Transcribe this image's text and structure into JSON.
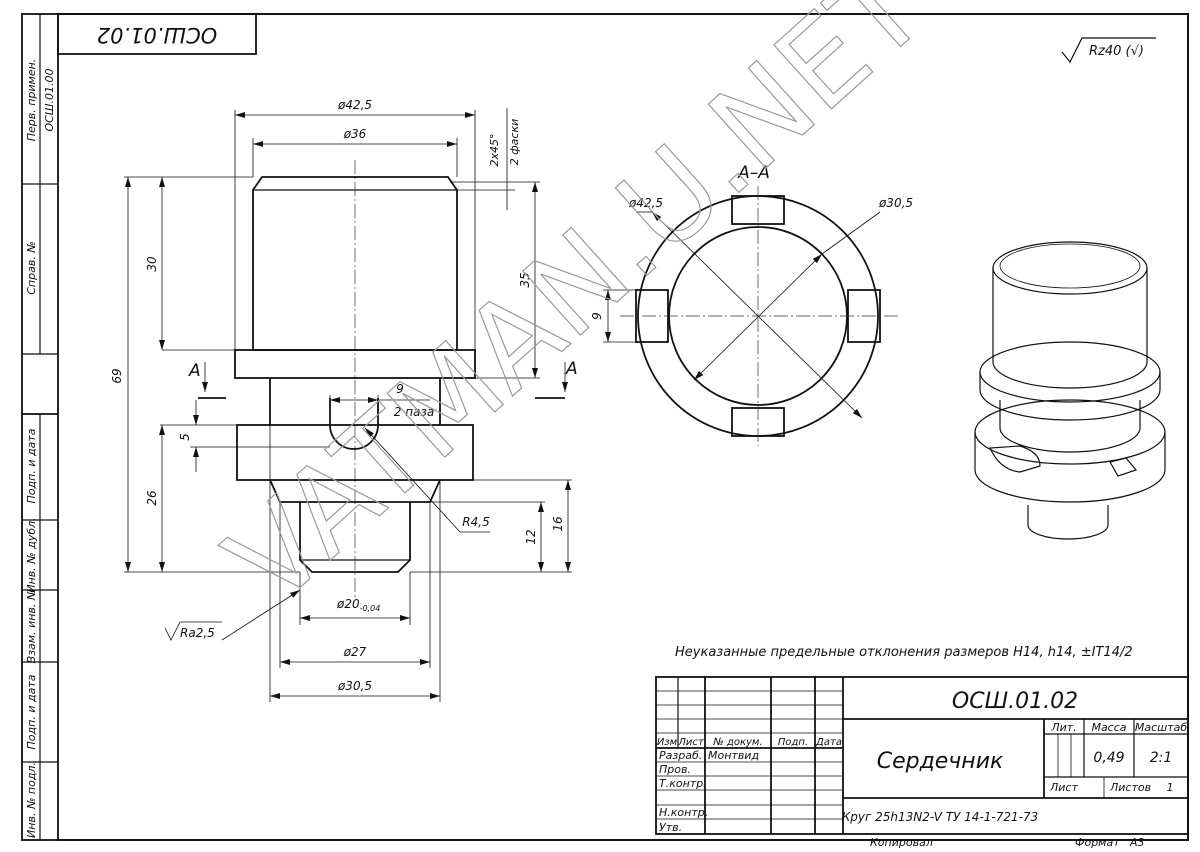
{
  "frame": {
    "corner_code": "ОСШ.01.02",
    "roughness_note": "Rz40 (√)"
  },
  "side_column": {
    "first_use_label": "Перв. примен.",
    "first_use_value": "ОСШ.01.00",
    "ref_label": "Справ. №",
    "sign_date_1": "Подп. и дата",
    "dup_inv_label": "Инв. № дубл.",
    "repl_inv_label": "Взам. инв. №",
    "sign_date_2": "Подп. и дата",
    "orig_inv_label": "Инв. № подл."
  },
  "main_view": {
    "dims": {
      "d_top": "ø42,5",
      "d_head": "ø36",
      "chamfer": "2x45°",
      "chamfer_count": "2 фаски",
      "h30": "30",
      "h35": "35",
      "h69": "69",
      "slot_w": "9",
      "slot_count": "2 паза",
      "h5": "5",
      "h26": "26",
      "radius": "R4,5",
      "h12": "12",
      "h16": "16",
      "d_pin_main": "ø20",
      "d_pin_tol": "-0,04",
      "d27": "ø27",
      "d30_5": "ø30,5",
      "ra": "Ra2,5"
    },
    "section_mark": "A"
  },
  "section_view": {
    "title": "А–А",
    "d_outer": "ø42,5",
    "d_inner": "ø30,5",
    "slot": "9"
  },
  "watermark": "VATMAN.U.NET",
  "note": "Неуказанные предельные отклонения размеров H14, h14, ±IT14/2",
  "title_block": {
    "doc_code": "ОСШ.01.02",
    "part_name": "Сердечник",
    "material": "Круг 25h13N2-V ТУ 14-1-721-73",
    "col_headers": [
      "Изм",
      "Лист",
      "№ докум.",
      "Подп.",
      "Дата"
    ],
    "roles": [
      "Разраб.",
      "Пров.",
      "Т.контр.",
      "",
      "Н.контр.",
      "Утв."
    ],
    "developer": "Монтвид",
    "lit_label": "Лит.",
    "mass_label": "Масса",
    "scale_label": "Масштаб",
    "mass_value": "0,49",
    "scale_value": "2:1",
    "sheet_label": "Лист",
    "sheets_label": "Листов",
    "sheets_value": "1",
    "copied_label": "Копировал",
    "format_label": "Формат",
    "format_value": "А3"
  }
}
